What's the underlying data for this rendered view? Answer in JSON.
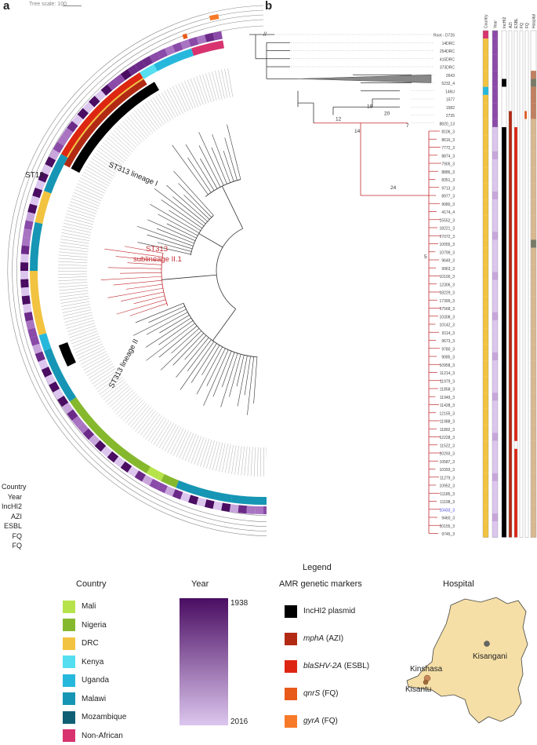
{
  "panel_a": {
    "letter": "a",
    "tree_scale": "Tree scale: 100",
    "labels": {
      "st19": "ST19",
      "lin1": "ST313 lineage I",
      "sub1": "ST313",
      "sub2": "sublineage II.1",
      "lin2": "ST313 lineage II"
    },
    "ring_labels": [
      "Country",
      "Year",
      "IncHI2",
      "AZI",
      "ESBL",
      "FQ",
      "FQ"
    ]
  },
  "panel_b": {
    "letter": "b",
    "column_headers": [
      "Country",
      "Year",
      "IncHI2",
      "AZI",
      "ESBL",
      "FQ",
      "FQ",
      "Hospital"
    ],
    "node_labels": [
      "12",
      "14",
      "24",
      "18",
      "20",
      "7",
      "5"
    ],
    "highlight_color": "#4444dd",
    "taxa": [
      "Root - D726",
      "14DRC",
      "254DRC",
      "415DRC",
      "373DRC",
      "2643",
      "5232_4",
      "146U",
      "1577",
      "1582",
      "2735",
      "8820_13",
      "8106_3",
      "8616_3",
      "7772_3",
      "8874_3",
      "7905_3",
      "8886_3",
      "8351_3",
      "9713_3",
      "8977_3",
      "9080_3",
      "4174_4",
      "15552_3",
      "18221_3",
      "17072_3",
      "10055_3",
      "10799_3",
      "9649_3",
      "9963_3",
      "10100_3",
      "12306_3",
      "18229_3",
      "17399_3",
      "17568_3",
      "10308_3",
      "10142_3",
      "9114_3",
      "9673_3",
      "9780_3",
      "9085_3",
      "10958_3",
      "11214_3",
      "11979_3",
      "11858_3",
      "11949_3",
      "11428_3",
      "12155_3",
      "11988_3",
      "11892_3",
      "12228_3",
      "11522_3",
      "10293_3",
      "10587_3",
      "10393_3",
      "11279_3",
      "10952_3",
      "11185_3",
      "11198_3",
      "10433_3",
      "9460_3",
      "10155_3",
      "9745_3"
    ],
    "highlighted_taxon": "10433_3"
  },
  "legend": {
    "title": "Legend",
    "country": {
      "title": "Country",
      "items": [
        {
          "label": "Mali",
          "color": "#b7e34a"
        },
        {
          "label": "Nigeria",
          "color": "#86b82e"
        },
        {
          "label": "DRC",
          "color": "#f2c340"
        },
        {
          "label": "Kenya",
          "color": "#55def0"
        },
        {
          "label": "Uganda",
          "color": "#26b8dc"
        },
        {
          "label": "Malawi",
          "color": "#1696b4"
        },
        {
          "label": "Mozambique",
          "color": "#0f5f74"
        },
        {
          "label": "Non-African",
          "color": "#d8336f"
        }
      ]
    },
    "year": {
      "title": "Year",
      "max": "1938",
      "min": "2016",
      "color_dark": "#4a0d62",
      "color_light": "#dcc6ee"
    },
    "amr": {
      "title": "AMR genetic markers",
      "items": [
        {
          "gene": "IncHI2 plasmid",
          "suffix": "",
          "color": "#000000"
        },
        {
          "gene": "mphA",
          "suffix": " (AZI)",
          "color": "#b22a14"
        },
        {
          "gene": "blaSHV-2A",
          "suffix": " (ESBL)",
          "color": "#dd2612"
        },
        {
          "gene": "qnrS",
          "suffix": " (FQ)",
          "color": "#e85a1a"
        },
        {
          "gene": "gyrA",
          "suffix": " (FQ)",
          "color": "#f77a28"
        }
      ]
    },
    "hospital": {
      "title": "Hospital",
      "cities": [
        "Kisangani",
        "Kinshasa",
        "Kisantu"
      ],
      "map_fill": "#f5dfa6"
    }
  }
}
